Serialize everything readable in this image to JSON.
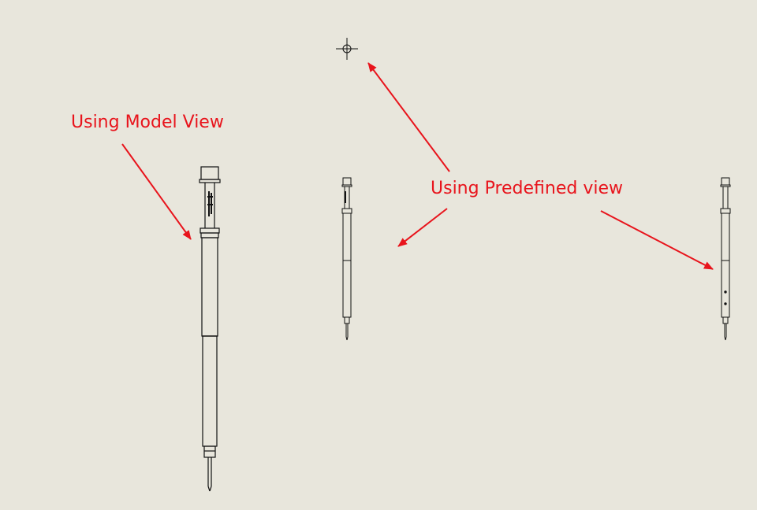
{
  "annotations": {
    "model_view_label": "Using Model View",
    "predefined_view_label": "Using Predefined view"
  },
  "icons": {
    "origin_marker": "crosshair-origin-icon",
    "part_text_mark": "engraved-text-mark"
  },
  "colors": {
    "background": "#e8e6dc",
    "annotation": "#e8141c",
    "line": "#111111"
  }
}
